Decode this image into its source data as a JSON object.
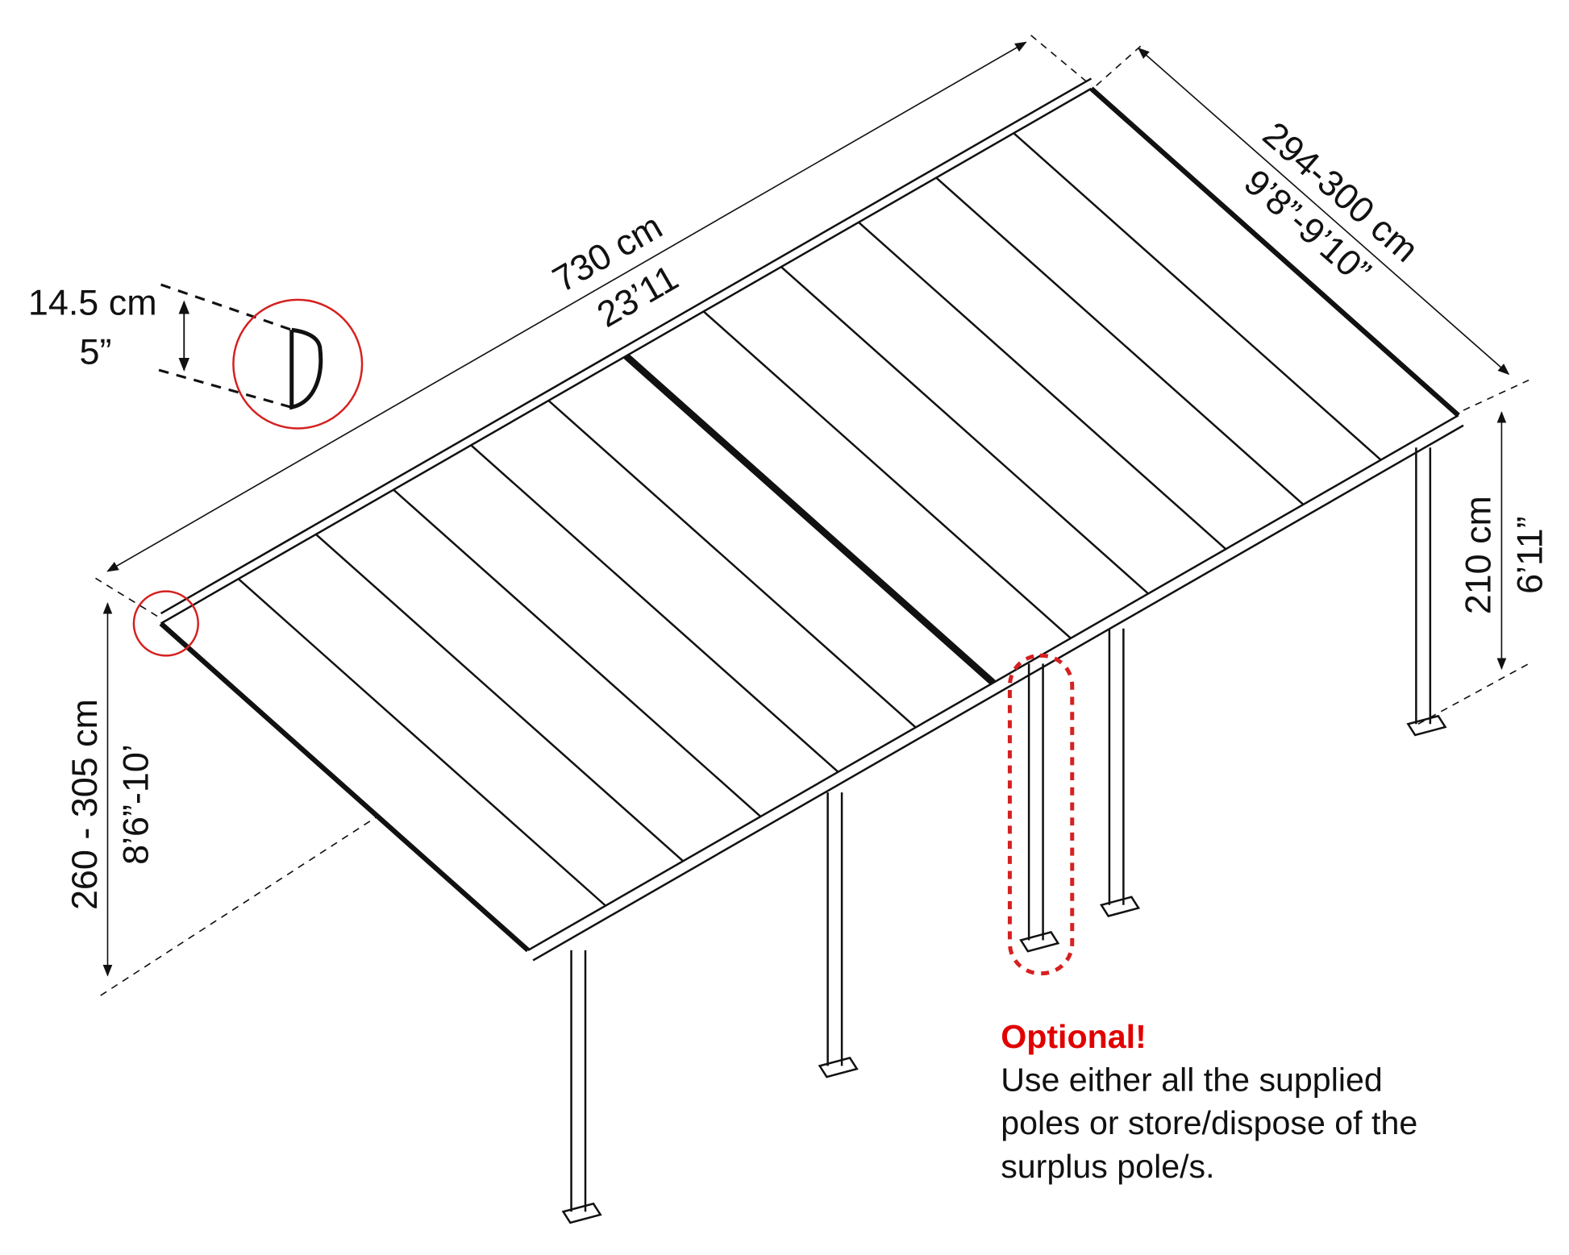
{
  "dimensions": {
    "length_metric": "730 cm",
    "length_imperial": "23’11",
    "depth_metric": "294-300 cm",
    "depth_imperial": "9’8”-9’10”",
    "front_height_metric": "210 cm",
    "front_height_imperial": "6’11”",
    "back_height_metric": "260 - 305 cm",
    "back_height_imperial": "8’6”-10’",
    "profile_metric": "14.5 cm",
    "profile_imperial": "5”"
  },
  "note": {
    "title": "Optional!",
    "lines": [
      "Use either all the supplied",
      "poles or store/dispose of the",
      "surplus pole/s."
    ]
  },
  "structure": {
    "panel_count": 12,
    "pole_count": 5
  },
  "colors": {
    "line": "#111111",
    "highlight": "#d62020",
    "note_title": "#e00000"
  }
}
